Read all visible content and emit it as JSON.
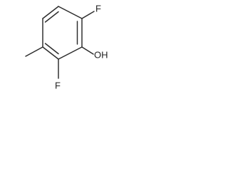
{
  "structure": {
    "atoms": {
      "fluorine_top": "F",
      "hydroxyl": "OH",
      "fluorine_bottom": "F"
    }
  },
  "colors": {
    "bond": "#2b2b2b",
    "text": "#222222",
    "background": "#ffffff"
  }
}
